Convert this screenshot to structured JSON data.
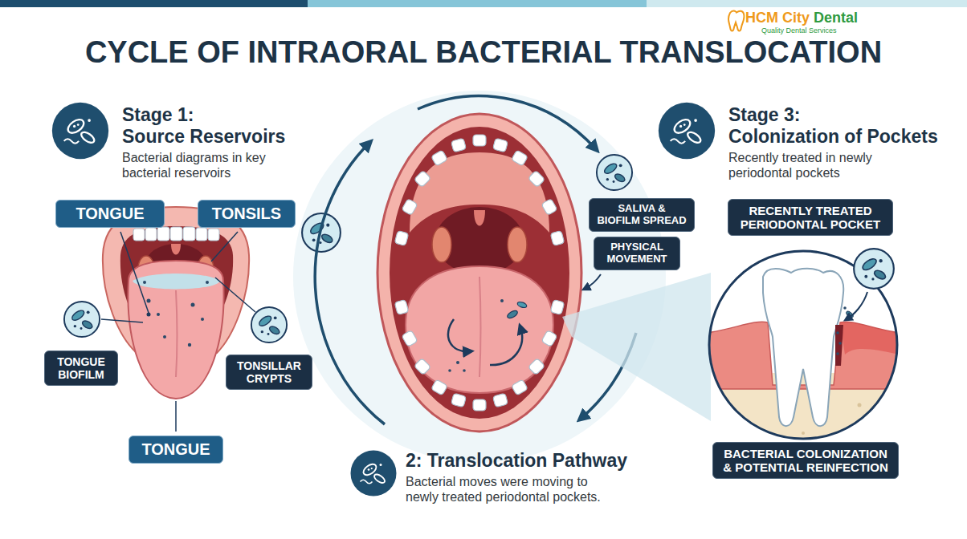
{
  "diagram": {
    "title": "CYCLE OF INTRAORAL BACTERIAL TRANSLOCATION",
    "nodes": [
      {
        "text": [
          "TONGUE"
        ]
      },
      {
        "text": [
          "TONSILS"
        ]
      },
      {
        "text": [
          "TONGUE BIOFILM"
        ]
      },
      {
        "text": [
          "TONSILLAR CRYPTS"
        ]
      },
      {
        "text": [
          "TONGUE"
        ]
      },
      {
        "text": [
          "SALIVA & BIOFILM SPREAD"
        ]
      },
      {
        "text": [
          "PHYSICAL MOVEMENT"
        ]
      },
      {
        "text": [
          "RECENTLY TREATED PERIODONTAL POCKET"
        ]
      },
      {
        "text": [
          "BACTERIAL COLONIZATION & POTENTIAL REINFECTION"
        ]
      }
    ],
    "labels": [
      "HCM City",
      "Dental",
      "Quality Dental Services",
      "Stage 1:",
      "Source Reservoirs",
      "Bacterial diagrams in key bacterial reservoirs",
      "Stage 3:",
      "Colonization of Pockets",
      "Recently treated in newly periodontal pockets",
      "2: Translocation Pathway",
      "Bacterial moves were moving to newly treated periodontal pockets."
    ]
  }
}
